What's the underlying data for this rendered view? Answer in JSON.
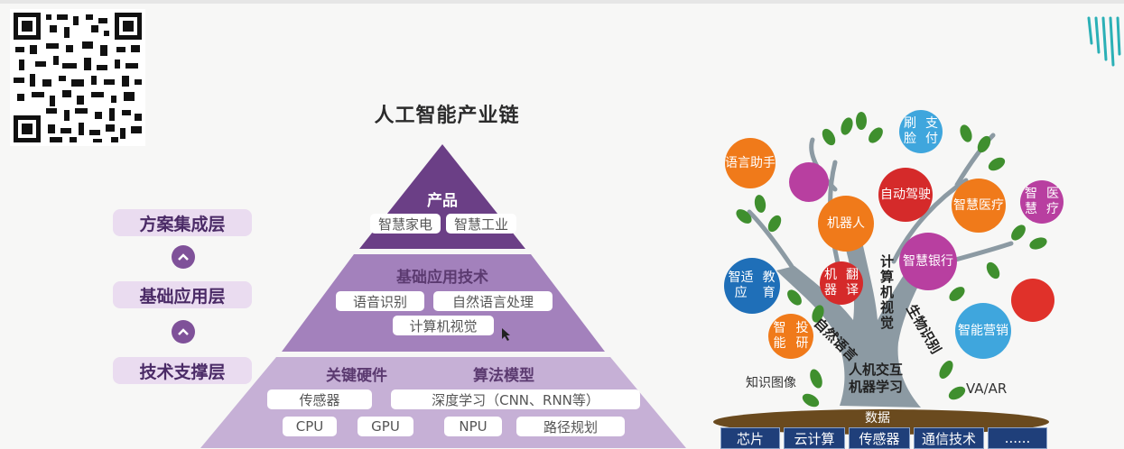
{
  "title": "人工智能产业链",
  "layers": [
    "方案集成层",
    "基础应用层",
    "技术支撑层"
  ],
  "pyramid": {
    "top": {
      "heading": "产品",
      "tags": [
        "智慧家电",
        "智慧工业"
      ]
    },
    "middle": {
      "heading": "基础应用技术",
      "tags": [
        "语音识别",
        "自然语言处理",
        "计算机视觉"
      ]
    },
    "bottom": {
      "headings": [
        "关键硬件",
        "算法模型"
      ],
      "tags": [
        "传感器",
        "深度学习（CNN、RNN等）",
        "CPU",
        "GPU",
        "NPU",
        "路径规划"
      ]
    }
  },
  "tree": {
    "bubbles": [
      "语言助手",
      "刷脸支付",
      "自动驾驶",
      "智慧医疗",
      "智慧医疗",
      "机器人",
      "智适应教育",
      "智慧银行",
      "机器翻译",
      "智能投研",
      "智能营销"
    ],
    "trunk_labels": [
      "计算机视觉",
      "自然语言",
      "生物识别",
      "人机交互",
      "机器学习"
    ],
    "side_labels": [
      "知识图像",
      "VA/AR"
    ],
    "ground": "数据",
    "base": [
      "芯片",
      "云计算",
      "传感器",
      "通信技术",
      "......"
    ]
  },
  "colors": {
    "pyramid_dark": "#6b3f86",
    "pyramid_mid": "#a381bc",
    "pyramid_light": "#c6b0d6",
    "layer_bg": "#eadcf0"
  }
}
